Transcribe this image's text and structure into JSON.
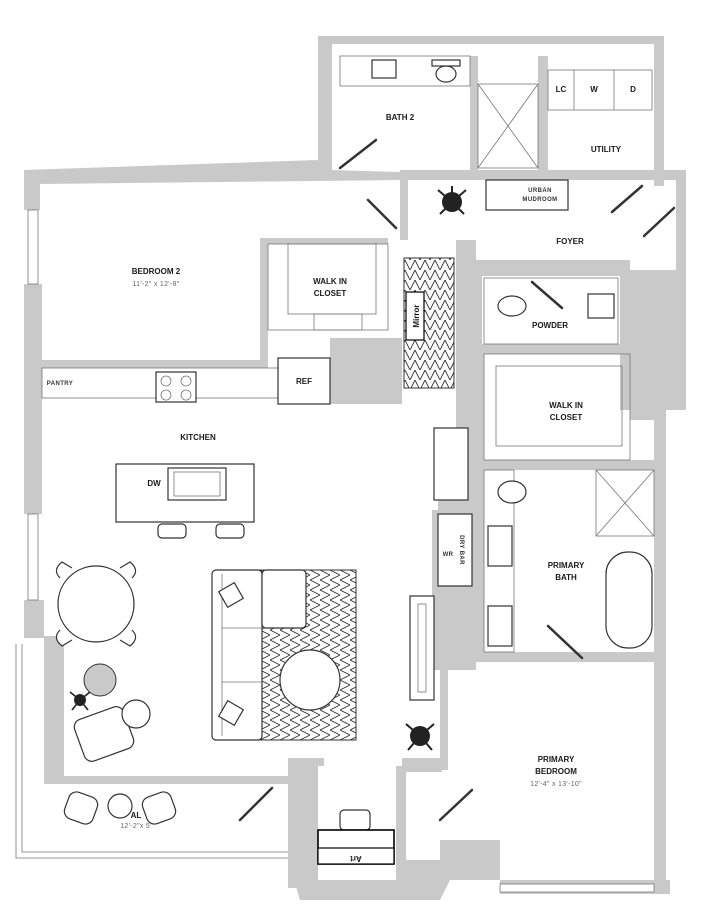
{
  "plan": {
    "rooms": {
      "bath2": "BATH 2",
      "lc": "LC",
      "w": "W",
      "d": "D",
      "utility": "UTILITY",
      "urban_mudroom_1": "URBAN",
      "urban_mudroom_2": "MUDROOM",
      "foyer": "FOYER",
      "bedroom2_name": "BEDROOM 2",
      "bedroom2_dim": "11'-2\" x 12'-8\"",
      "walkin1_line1": "WALK IN",
      "walkin1_line2": "CLOSET",
      "mirror": "Mirror",
      "powder": "POWDER",
      "walkin2_line1": "WALK IN",
      "walkin2_line2": "CLOSET",
      "pantry": "PANTRY",
      "ref": "REF",
      "kitchen": "KITCHEN",
      "dw": "DW",
      "wr": "WR",
      "dry_bar": "DRY BAR",
      "primary_bath_1": "PRIMARY",
      "primary_bath_2": "BATH",
      "primary_bed_1": "PRIMARY",
      "primary_bed_2": "BEDROOM",
      "primary_bed_dim": "12'-4\" x 13'-10\"",
      "balcony_name": "AL",
      "balcony_dim": "12'-2\"x 5'",
      "art": "Art"
    },
    "colors": {
      "wall": "#c9c9c9",
      "line": "#555555",
      "background": "#ffffff"
    }
  }
}
